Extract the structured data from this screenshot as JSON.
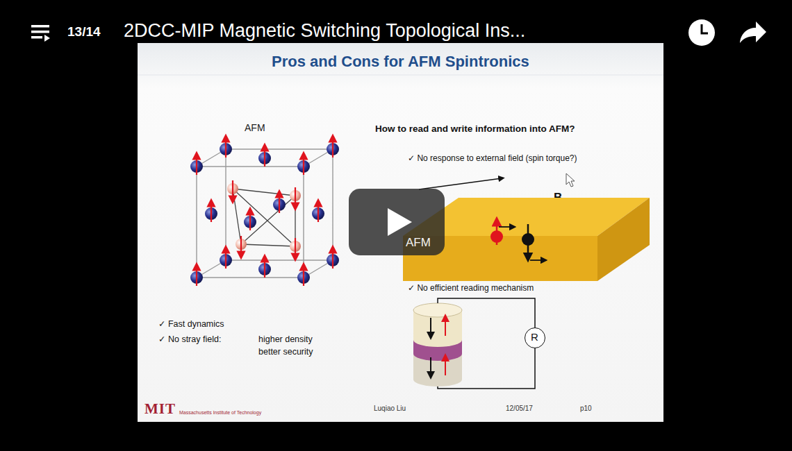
{
  "diagram": {
    "title": "Pros and Cons for AFM Spintronics",
    "nodes": [
      {
        "text": [
          "AFM"
        ]
      },
      {
        "text": [
          "R"
        ]
      }
    ],
    "labels": [
      "13/14",
      "2DCC-MIP Magnetic Switching Topological Ins...",
      "AFM",
      "How to read and write information into AFM?",
      "✓ No response to external field (spin torque?)",
      "B",
      "✓ No efficient reading mechanism",
      "✓ Fast dynamics",
      "✓ No stray field:",
      "higher density",
      "better security",
      "MIT",
      "Massachusetts Institute of Technology",
      "Luqiao Liu",
      "12/05/17",
      "p10"
    ]
  }
}
